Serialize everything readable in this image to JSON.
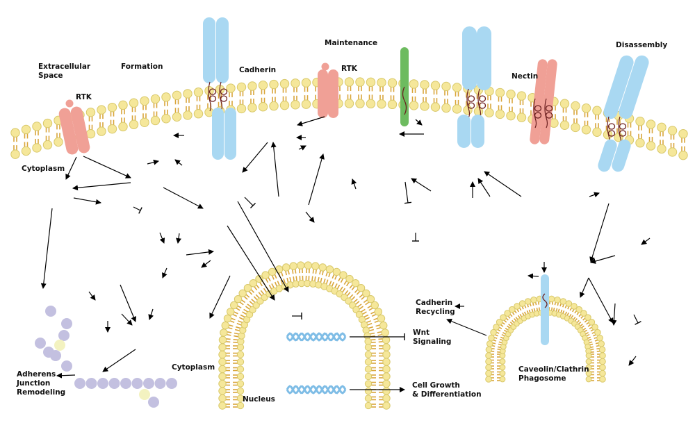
{
  "labels": {
    "extracellular": "Extracellular\nSpace",
    "formation": "Formation",
    "cadherin": "Cadherin",
    "maintenance": "Maintenance",
    "rtk_left": "RTK",
    "rtk_mid": "RTK",
    "nectin": "Nectin",
    "disassembly": "Disassembly",
    "cytoplasm_top": "Cytoplasm",
    "cytoplasm_bottom": "Cytoplasm",
    "adherens": "Adherens\nJunction\nRemodeling",
    "nucleus": "Nucleus",
    "wnt": "Wnt\nSignaling",
    "cell_growth": "Cell Growth\n& Differentiation",
    "cadherin_recycling": "Cadherin\nRecycling",
    "phagosome": "Caveolin/Clathrin\nPhagosome"
  },
  "colors": {
    "lipid_head": "#f5e79a",
    "lipid_tail": "#d9a53a",
    "cadherin": "#a9d8f2",
    "rtk": "#f0a096",
    "green_protein": "#6dbb5f",
    "catenin": "#c3c0e0",
    "catenin_highlight": "#f3f2c0",
    "dna": "#7fbde6",
    "coil": "#6b1f1f"
  }
}
